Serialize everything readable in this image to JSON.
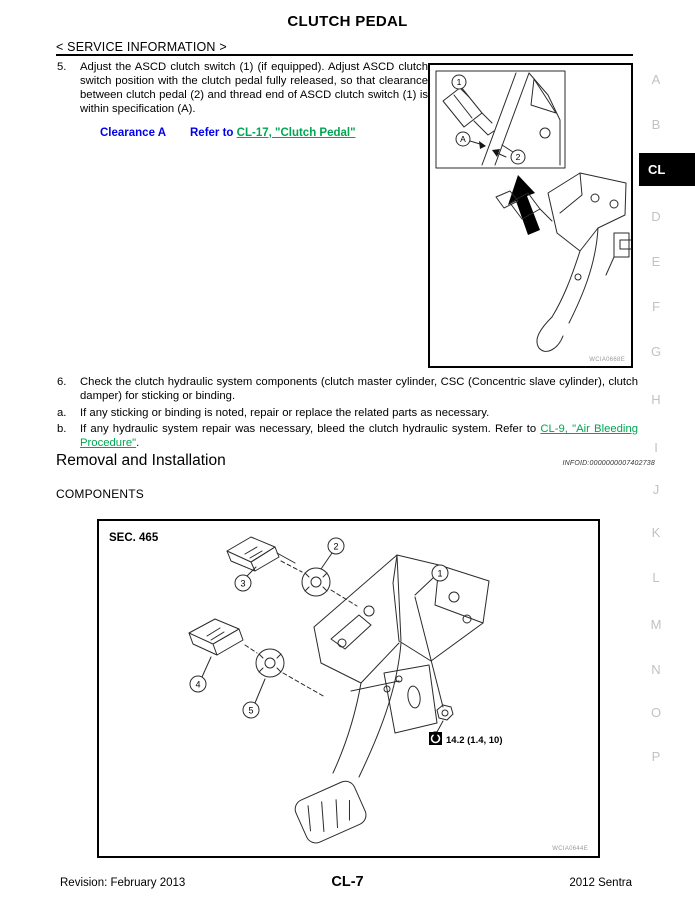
{
  "header": {
    "title": "CLUTCH PEDAL",
    "section": "< SERVICE INFORMATION >"
  },
  "content": {
    "step5": {
      "num": "5.",
      "text": "Adjust the ASCD clutch switch (1) (if equipped). Adjust ASCD clutch switch position with the clutch pedal fully released, so that clearance between clutch pedal (2) and thread end of ASCD clutch switch (1) is within specification (A)."
    },
    "clearance": {
      "label": "Clearance A",
      "refer_prefix": "Refer to",
      "link": "CL-17, \"Clutch Pedal\""
    },
    "step6": {
      "num": "6.",
      "text": "Check the clutch hydraulic system components (clutch master cylinder, CSC (Concentric slave cylinder), clutch damper) for sticking or binding."
    },
    "step_a": {
      "num": "a.",
      "text": "If any sticking or binding is noted, repair or replace the related parts as necessary."
    },
    "step_b": {
      "num": "b.",
      "text": "If any hydraulic system repair was necessary, bleed the clutch hydraulic system. Refer to",
      "link": "CL-9, \"Air Bleeding Procedure\"",
      "suffix": "."
    },
    "removal_heading": "Removal and Installation",
    "infoid": "INFOID:0000000007402738",
    "components_heading": "COMPONENTS"
  },
  "figure1": {
    "c1": "1",
    "c2": "2",
    "ca": "A",
    "watermark": "WCIA0668E"
  },
  "figure2": {
    "sec_label": "SEC. 465",
    "c1": "1",
    "c2": "2",
    "c3": "3",
    "c4": "4",
    "c5": "5",
    "torque": "14.2 (1.4, 10)",
    "watermark": "WCIA0644E"
  },
  "sidebar": {
    "active": "CL",
    "letters": [
      "A",
      "B",
      "CL",
      "D",
      "E",
      "F",
      "G",
      "H",
      "I",
      "J",
      "K",
      "L",
      "M",
      "N",
      "O",
      "P"
    ]
  },
  "footer": {
    "revision": "Revision: February 2013",
    "page": "CL-7",
    "model": "2012 Sentra"
  },
  "colors": {
    "link_blue": "#0000e8",
    "link_green": "#00a651",
    "tab_inactive": "#c2c2c2",
    "tab_active_bg": "#000000",
    "tab_active_fg": "#ffffff"
  }
}
